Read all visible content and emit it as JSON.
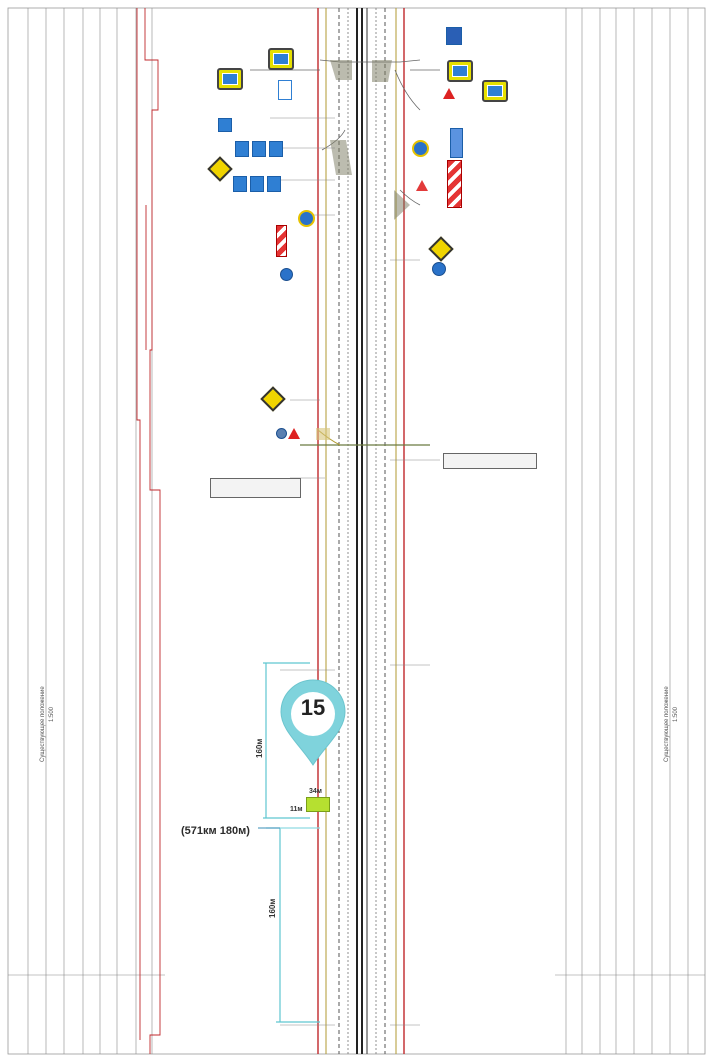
{
  "marker": {
    "number": "15",
    "position_label": "(571км 180м)",
    "dimension_upper": "160м",
    "dimension_lower": "160м",
    "length_label": "34м",
    "width_label": "11м"
  },
  "margin_text": {
    "left_main": "Существующее положение",
    "left_scale": "1:500",
    "right_main": "Существующее положение",
    "right_scale": "1:500"
  },
  "colors": {
    "road_red": "#c0282c",
    "axis_dark": "#222222",
    "marker_teal": "#7fd3dc",
    "dimension_teal": "#5fc6d0",
    "sign_blue": "#2f7fd3",
    "sign_yellow": "#e6e000",
    "hatch_red": "#e53434",
    "highlight_green": "#b6e030"
  },
  "icons": [
    "location-pin-icon",
    "diamond-sign-icon",
    "warning-triangle-icon",
    "blue-square-sign-icon",
    "round-blue-sign-icon",
    "hatched-barrier-icon"
  ]
}
